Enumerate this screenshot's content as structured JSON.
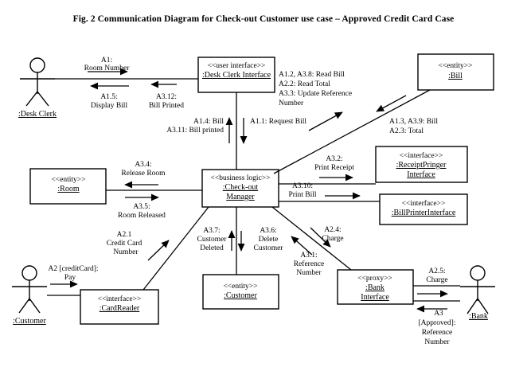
{
  "figure": {
    "title": "Fig. 2 Communication Diagram for Check-out Customer use case –  Approved Credit Card Case",
    "diagram_type": "UML Communication Diagram"
  },
  "actors": [
    {
      "id": "desk-clerk",
      "name": ":Desk Clerk"
    },
    {
      "id": "customer-actor",
      "name": ":Customer"
    },
    {
      "id": "bank-actor",
      "name": ":Bank"
    }
  ],
  "objects": [
    {
      "id": "desk-clerk-interface",
      "stereotype": "<<user interface>>",
      "name": ":Desk Clerk Interface",
      "name_line2": ""
    },
    {
      "id": "bill-entity",
      "stereotype": "<<entity>>",
      "name": ":Bill"
    },
    {
      "id": "room-entity",
      "stereotype": "<<entity>>",
      "name": ":Room"
    },
    {
      "id": "checkout-manager",
      "stereotype": "<<business logic>>",
      "name": ":Check-out",
      "name_line2": "Manager"
    },
    {
      "id": "receipt-printer-interface",
      "stereotype": "<<interface>>",
      "name": ":ReceiptPringer",
      "name_line2": "Interface"
    },
    {
      "id": "bill-printer-interface",
      "stereotype": "<<interface>>",
      "name": ":BillPrinterInterface"
    },
    {
      "id": "card-reader",
      "stereotype": "<<interface>>",
      "name": ":CardReader"
    },
    {
      "id": "customer-entity",
      "stereotype": "<<entity>>",
      "name": ":Customer"
    },
    {
      "id": "bank-interface",
      "stereotype": "<<proxy>>",
      "name": ":Bank",
      "name_line2": "Interface"
    }
  ],
  "messages": {
    "m_a1_l1": "A1:",
    "m_a1_l2": "Room Number",
    "m_a15_l1": "A1.5:",
    "m_a15_l2": "Display Bill",
    "m_a312_l1": "A3.12:",
    "m_a312_l2": "Bill Printed",
    "m_a14": "A1.4: Bill",
    "m_a311": "A3.11: Bill printed",
    "m_a11": "A1.1: Request Bill",
    "m_read_l1": "A1.2, A3.8: Read Bill",
    "m_read_l2": "A2.2: Read Total",
    "m_read_l3": "A3.3: Update Reference",
    "m_read_l4": "Number",
    "m_bill_l1": "A1.3, A3.9: Bill",
    "m_bill_l2": "A2.3: Total",
    "m_a34_l1": "A3.4:",
    "m_a34_l2": "Release Room",
    "m_a35_l1": "A3.5:",
    "m_a35_l2": "Room Released",
    "m_a32_l1": "A3.2:",
    "m_a32_l2": "Print Receipt",
    "m_a310_l1": "A3.10:",
    "m_a310_l2": "Print Bill",
    "m_a21_l1": "A2.1",
    "m_a21_l2": "Credit Card",
    "m_a21_l3": "Number",
    "m_a2_l1": "A2 [creditCard]:",
    "m_a2_l2": "Pay",
    "m_a37_l1": "A3.7:",
    "m_a37_l2": "Customer",
    "m_a37_l3": "Deleted",
    "m_a36_l1": "A3.6:",
    "m_a36_l2": "Delete",
    "m_a36_l3": "Customer",
    "m_a24_l1": "A2.4:",
    "m_a24_l2": "Charge",
    "m_a31_l1": "A3.1:",
    "m_a31_l2": "Reference",
    "m_a31_l3": "Number",
    "m_a25_l1": "A2.5:",
    "m_a25_l2": "Charge",
    "m_a3_l1": "A3",
    "m_a3_l2": "[Approved]:",
    "m_a3_l3": "Reference",
    "m_a3_l4": "Number"
  },
  "colors": {
    "stroke": "#000000",
    "background": "#ffffff"
  }
}
